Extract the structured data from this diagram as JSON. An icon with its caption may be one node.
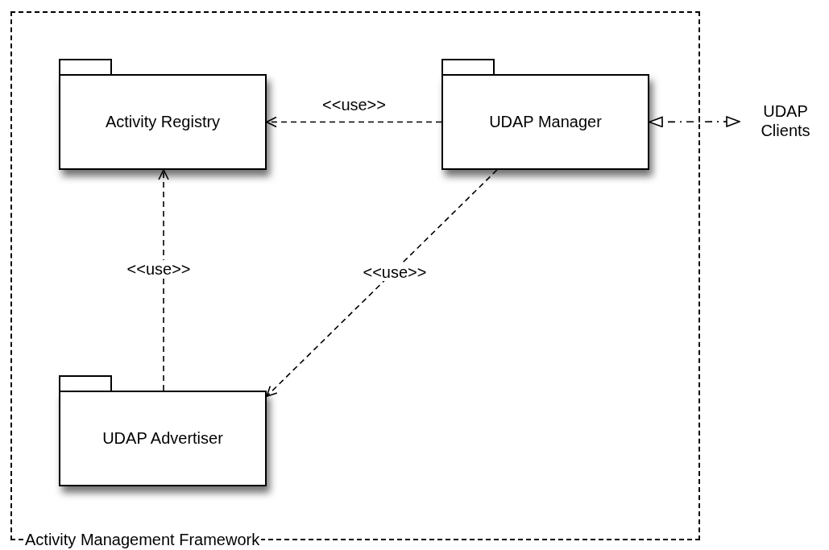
{
  "diagram": {
    "nodes": [
      {
        "text": [
          "Activity Management Framework"
        ]
      },
      {
        "text": [
          "Activity Registry"
        ],
        "in": 0
      },
      {
        "text": [
          "UDAP Manager"
        ],
        "in": 0
      },
      {
        "text": [
          "UDAP Advertiser"
        ],
        "in": 0
      },
      {
        "text": [
          "UDAP Clients"
        ]
      }
    ],
    "edges": [
      {
        "from": 2,
        "to": 1,
        "arrow": "to",
        "label": "<<use>>",
        "style": "dashed"
      },
      {
        "from": 3,
        "to": 1,
        "arrow": "to",
        "label": "<<use>>",
        "style": "dashed"
      },
      {
        "from": 2,
        "to": 3,
        "arrow": "to",
        "label": "<<use>>",
        "style": "dashed"
      },
      {
        "from": 2,
        "to": 4,
        "arrow": "both",
        "style": "dashed"
      }
    ]
  }
}
